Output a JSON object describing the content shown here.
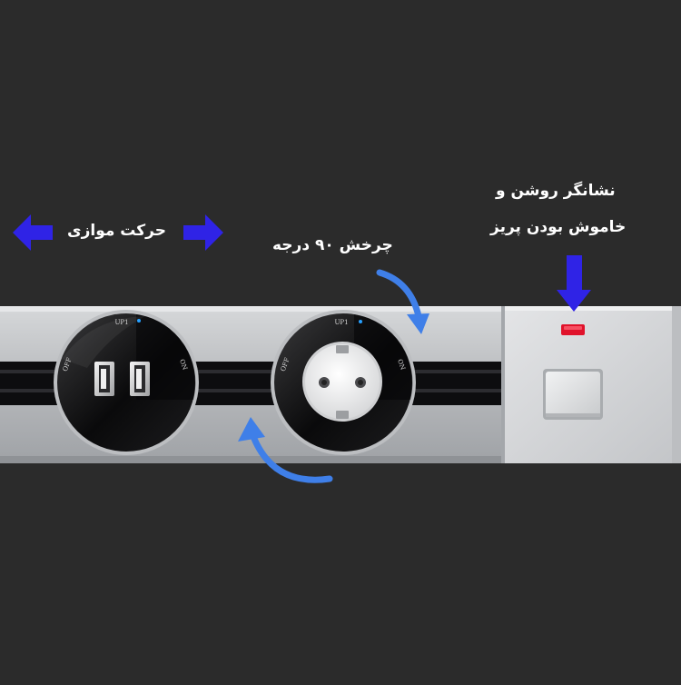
{
  "labels": {
    "parallel_move": "حرکت موازی",
    "rotate_90": "چرخش ۹۰ درجه",
    "indicator_line1": "نشانگر روشن و",
    "indicator_line2": "خاموش بودن پریز"
  },
  "module_marks": {
    "usb_top": "UP1",
    "usb_off": "OFF",
    "usb_on": "ON",
    "socket_top": "UP1",
    "socket_off": "OFF",
    "socket_on": "ON"
  },
  "colors": {
    "background": "#2b2b2b",
    "arrow_blue": "#2f23e6",
    "curve_blue": "#3f7fe8",
    "indicator_red": "#e0122b",
    "rail_silver": "#b9bbbe",
    "track_black": "#0d0d0f"
  },
  "icons": [
    "left-arrow-icon",
    "right-arrow-icon",
    "rotate-curve-arrow-icon",
    "down-arrow-icon"
  ]
}
